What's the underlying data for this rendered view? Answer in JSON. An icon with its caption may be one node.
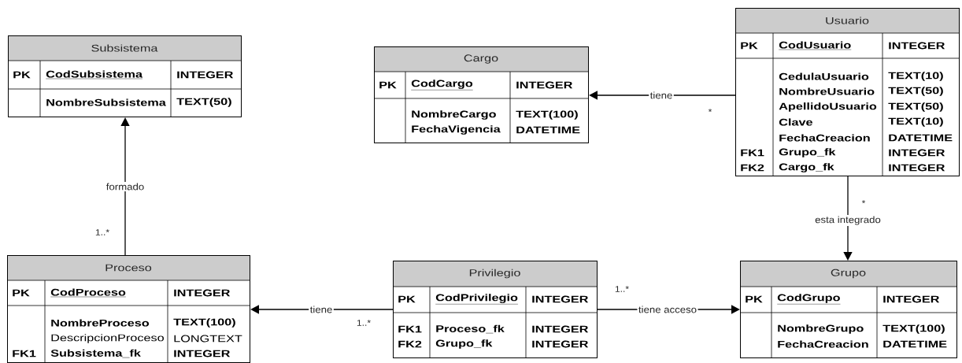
{
  "diagram": {
    "nodes": [
      {
        "text": [
          "Subsistema",
          "PK",
          "CodSubsistema",
          "INTEGER",
          "NombreSubsistema",
          "TEXT(50)"
        ]
      },
      {
        "text": [
          "Cargo",
          "PK",
          "CodCargo",
          "INTEGER",
          "NombreCargo",
          "TEXT(100)",
          "FechaVigencia",
          "DATETIME"
        ]
      },
      {
        "text": [
          "Usuario",
          "PK",
          "CodUsuario",
          "INTEGER",
          "CedulaUsuario",
          "TEXT(10)",
          "NombreUsuario",
          "TEXT(50)",
          "ApellidoUsuario",
          "TEXT(50)",
          "Clave",
          "TEXT(10)",
          "FechaCreacion",
          "DATETIME",
          "FK1",
          "Grupo_fk",
          "INTEGER",
          "FK2",
          "Cargo_fk",
          "INTEGER"
        ]
      },
      {
        "text": [
          "Proceso",
          "PK",
          "CodProceso",
          "INTEGER",
          "NombreProceso",
          "TEXT(100)",
          "DescripcionProceso",
          "LONGTEXT",
          "FK1",
          "Subsistema_fk",
          "INTEGER"
        ]
      },
      {
        "text": [
          "Privilegio",
          "PK",
          "CodPrivilegio",
          "INTEGER",
          "FK1",
          "Proceso_fk",
          "INTEGER",
          "FK2",
          "Grupo_fk",
          "INTEGER"
        ]
      },
      {
        "text": [
          "Grupo",
          "PK",
          "CodGrupo",
          "INTEGER",
          "NombreGrupo",
          "TEXT(100)",
          "FechaCreacion",
          "DATETIME"
        ]
      }
    ],
    "edges": [
      {
        "from": 2,
        "to": 1,
        "arrow": "to",
        "label": "tiene"
      },
      {
        "from": 3,
        "to": 0,
        "arrow": "to",
        "label": "formado"
      },
      {
        "from": 2,
        "to": 5,
        "arrow": "to",
        "label": "esta integrado"
      },
      {
        "from": 4,
        "to": 3,
        "arrow": "to",
        "label": "tiene"
      },
      {
        "from": 4,
        "to": 5,
        "arrow": "to",
        "label": "tiene acceso"
      }
    ],
    "labels": [
      "*",
      "*",
      "1..*",
      "1..*",
      "1..*"
    ]
  }
}
